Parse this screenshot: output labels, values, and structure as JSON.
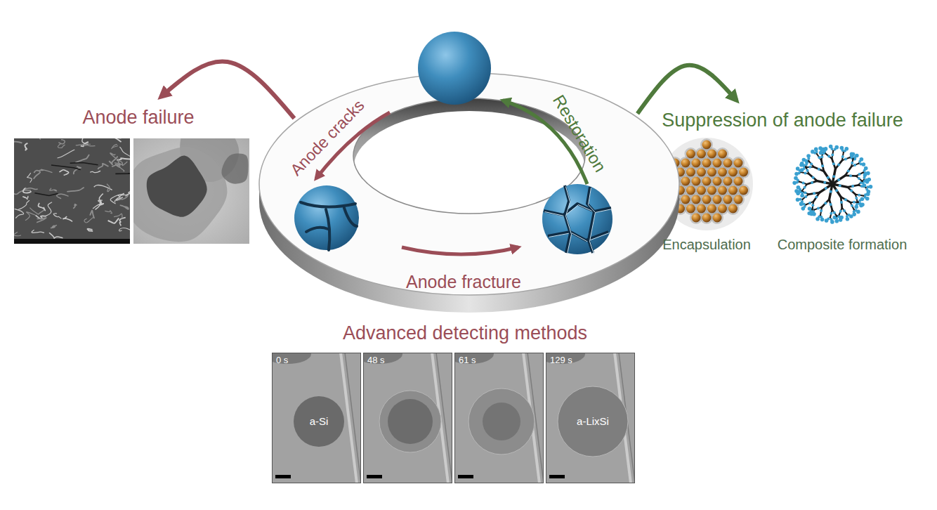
{
  "diagram": {
    "nodes": [
      {
        "text": [
          "Anode failure"
        ]
      },
      {
        "text": [
          "Anode cracks",
          "Restoration",
          "Anode fracture"
        ]
      },
      {
        "text": [
          "Suppression of anode failure"
        ]
      },
      {
        "text": [
          "Encapsulation"
        ],
        "in": 2
      },
      {
        "text": [
          "Composite formation"
        ],
        "in": 2
      },
      {
        "text": [
          "Advanced detecting methods"
        ]
      },
      {
        "text": [
          "0 s",
          "a-Si"
        ],
        "in": 5
      },
      {
        "text": [
          "48 s"
        ],
        "in": 5
      },
      {
        "text": [
          "61 s"
        ],
        "in": 5
      },
      {
        "text": [
          "129 s",
          "a-LixSi"
        ],
        "in": 5
      }
    ],
    "edges": [
      {
        "from": 1,
        "to": 0,
        "arrow": "to"
      },
      {
        "from": 1,
        "to": 2,
        "arrow": "to"
      }
    ]
  }
}
